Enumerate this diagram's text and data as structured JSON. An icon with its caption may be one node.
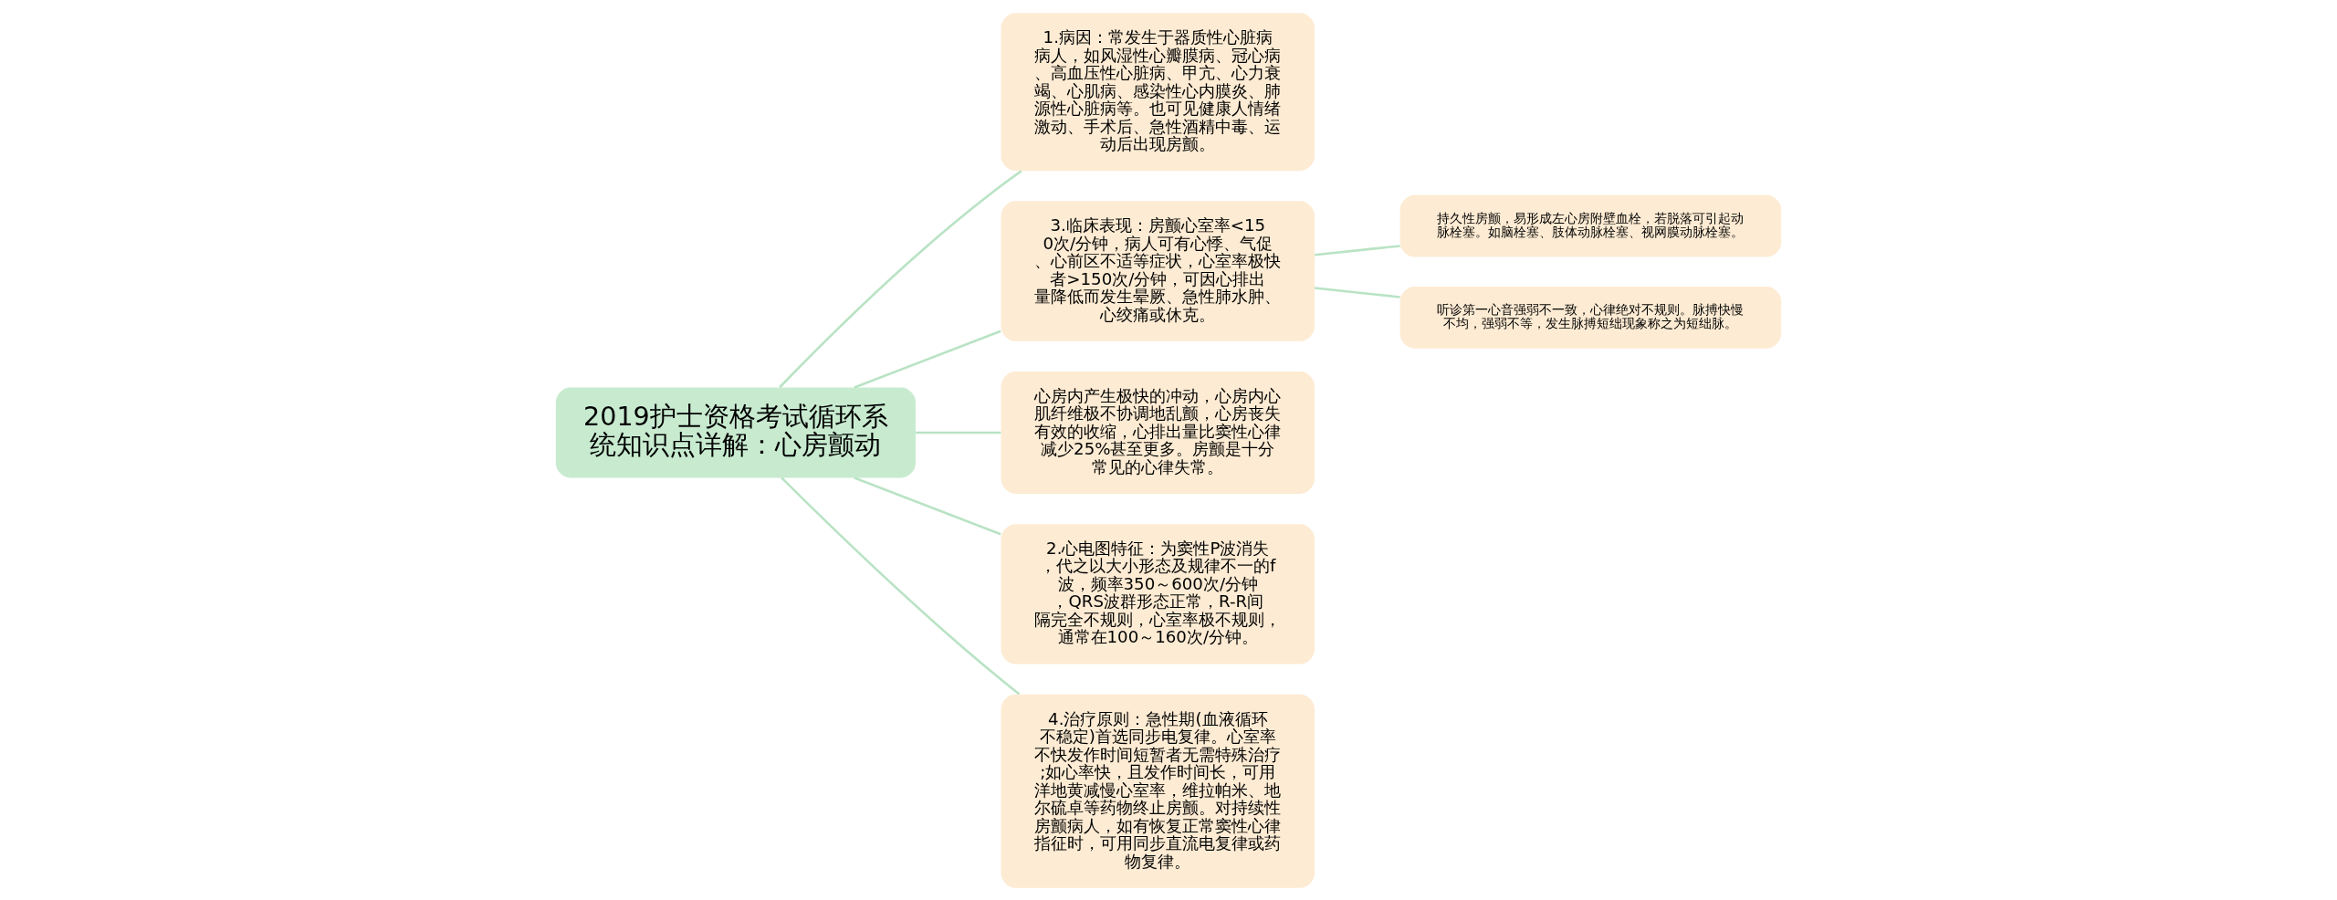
{
  "diagram": {
    "nodes": [
      {
        "text": [
          "2019护士资格考试循环系统知识点详解：心房颤动"
        ]
      },
      {
        "text": [
          "1.病因：常发生于器质性心脏病病人，如风湿性心瓣膜病、冠心病、高血压性心脏病、甲亢、心力衰竭、心肌病、感染性心内膜炎、肺源性心脏病等。也可见健康人情绪激动、手术后、急性酒精中毒、运动后出现房颤。"
        ]
      },
      {
        "text": [
          "3.临床表现：房颤心室率<150次/分钟，病人可有心悸、气促、心前区不适等症状，心室率极快者>150次/分钟，可因心排出量降低而发生晕厥、急性肺水肿、心绞痛或休克。"
        ]
      },
      {
        "text": [
          "持久性房颤，易形成左心房附壁血栓，若脱落可引起动脉栓塞。如脑栓塞、肢体动脉栓塞、视网膜动脉栓塞。"
        ]
      },
      {
        "text": [
          "听诊第一心音强弱不一致，心律绝对不规则。脉搏快慢不均，强弱不等，发生脉搏短绌现象称之为短绌脉。"
        ]
      },
      {
        "text": [
          "心房内产生极快的冲动，心房内心肌纤维极不协调地乱颤，心房丧失有效的收缩，心排出量比窦性心律减少25%甚至更多。房颤是十分常见的心律失常。"
        ]
      },
      {
        "text": [
          "2.心电图特征：为窦性P波消失，代之以大小形态及规律不一的f波，频率350～600次/分钟，QRS波群形态正常，R-R间隔完全不规则，心室率极不规则，通常在100～160次/分钟。"
        ]
      },
      {
        "text": [
          "4.治疗原则：急性期(血液循环不稳定)首选同步电复律。心室率不快发作时间短暂者无需特殊治疗;如心率快，且发作时间长，可用洋地黄减慢心室率，维拉帕米、地尔硫卓等药物终止房颤。对持续性房颤病人，如有恢复正常窦性心律指征时，可用同步直流电复律或药物复律。"
        ]
      }
    ],
    "edges": [
      {
        "from": 0,
        "to": 1,
        "arrow": "none"
      },
      {
        "from": 0,
        "to": 2,
        "arrow": "none"
      },
      {
        "from": 2,
        "to": 3,
        "arrow": "none"
      },
      {
        "from": 2,
        "to": 4,
        "arrow": "none"
      },
      {
        "from": 0,
        "to": 5,
        "arrow": "none"
      },
      {
        "from": 0,
        "to": 6,
        "arrow": "none"
      },
      {
        "from": 0,
        "to": 7,
        "arrow": "none"
      }
    ]
  }
}
